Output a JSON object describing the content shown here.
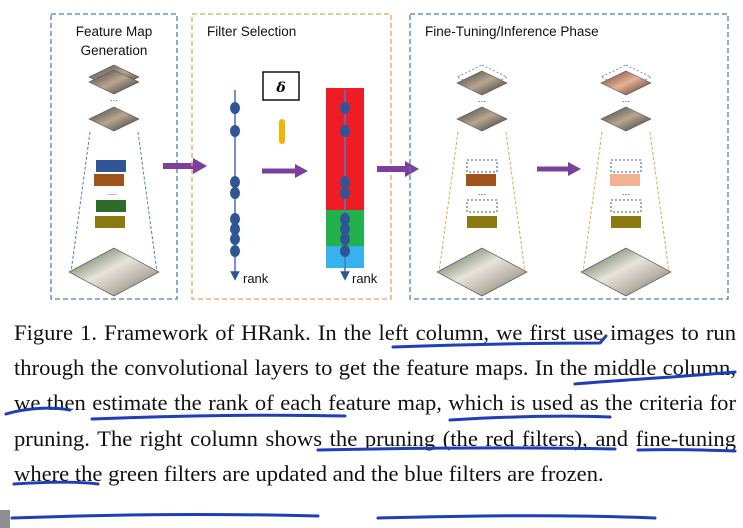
{
  "figure": {
    "panels": [
      {
        "title_lines": [
          "Feature Map",
          "Generation"
        ]
      },
      {
        "title_lines": [
          "Filter Selection"
        ]
      },
      {
        "title_lines": [
          "Fine-Tuning/Inference Phase"
        ]
      }
    ],
    "delta_symbol": "δ",
    "rank_labels": [
      "rank",
      "rank"
    ],
    "dots": [
      "…",
      "…",
      "…",
      "…",
      "…",
      "…"
    ]
  },
  "caption": {
    "segments": [
      "Figure 1.  Framework of HRank. ",
      "In the left column",
      ", we first use images to run through the convolutional layers to ",
      "get the feature maps",
      ".  ",
      "In the middle column",
      ", we then ",
      "estimate the rank",
      " of each feature map, which is used ",
      "as the criteria for pruning",
      ".  ",
      "The right column",
      " shows the pruning (the red filters), and fine-tuning where ",
      "the green filters are updated",
      " and ",
      "the blue filters are frozen",
      "."
    ]
  },
  "colors": {
    "arrow_purple": "#7b3fa0",
    "filter_red": "#ee1c24",
    "filter_green": "#22b14c",
    "filter_blue": "#36b3ec",
    "rank_dot_blue": "#2f5597",
    "delta_bar_yellow": "#f2b600",
    "annotation_ink": "#1f3fb8",
    "panel_border_blue": "#4a7dc3",
    "panel_border_orange": "#e8a25a"
  }
}
